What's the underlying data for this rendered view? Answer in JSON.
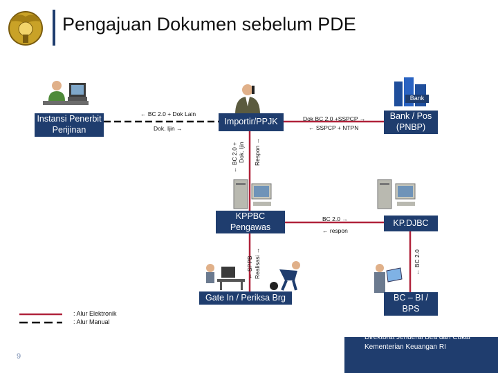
{
  "slide": {
    "title": "Pengajuan Dokumen sebelum PDE",
    "page_number": "9",
    "footer_line1": "Direktorat Jenderal Bea dan Cukai",
    "footer_line2": "Kementerian Keuangan RI"
  },
  "nodes": {
    "instansi": "Instansi Penerbit Perijinan",
    "importir": "Importir/PPJK",
    "bank_pos": "Bank / Pos (PNBP)",
    "bank_tag": "Bank",
    "kppbc": "KPPBC Pengawas",
    "kpdjbc": "KP.DJBC",
    "gate": "Gate In / Periksa Brg",
    "bc_bi": "BC – BI / BPS"
  },
  "flows": {
    "instansi_to": "BC 2.0 + Dok Lain",
    "instansi_from": "Dok. Ijin",
    "bank_to": "Dok BC 2.0 +SSPCP",
    "bank_from": "SSPCP + NTPN",
    "imp_down_1": "BC 2.0 +",
    "imp_down_2": "Dok. Ijin",
    "imp_up": "Respon",
    "kppbc_to": "BC 2.0",
    "kppbc_from": "respon",
    "sppb_1": "SPPB",
    "sppb_2": "Realisasi",
    "djbc_down": "BC 2.0"
  },
  "legend": {
    "electronic": ": Alur Elektronik",
    "manual": ": Alur Manual"
  },
  "colors": {
    "box_fill": "#1f3d6e",
    "electronic_line": "#b0223a",
    "manual_line": "#000000",
    "accent_bar": "#1f3d6e"
  },
  "icons": [
    "customs-emblem-icon",
    "officer-at-computer-icon",
    "businessman-phone-icon",
    "bank-building-icon",
    "server-computer-icon",
    "workers-at-computers-icon",
    "inspection-worker-icon",
    "presenter-officer-icon"
  ]
}
